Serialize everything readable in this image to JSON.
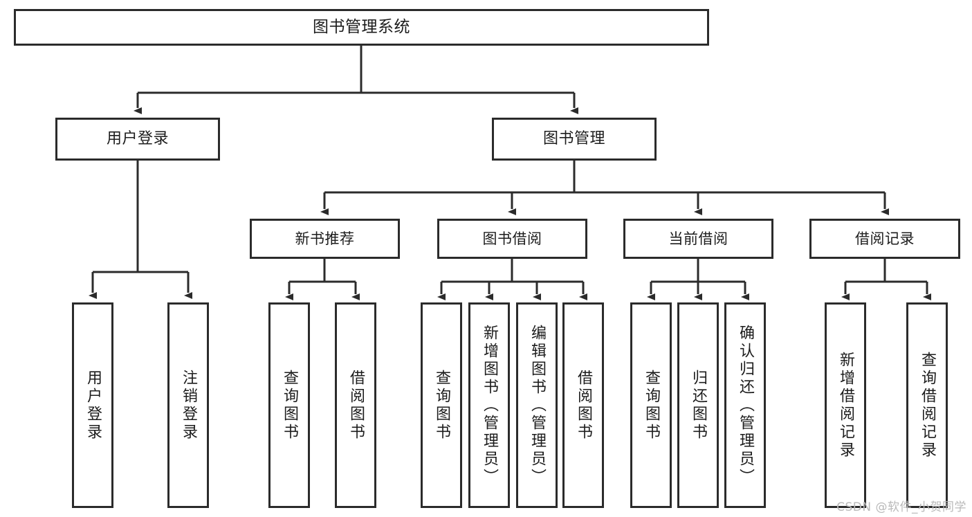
{
  "diagram": {
    "type": "hierarchy-tree",
    "title": "图书管理系统",
    "watermark": "CSDN @软件_小贺同学",
    "colors": {
      "stroke": "#2b2b2b",
      "fill": "#ffffff",
      "text": "#1c1c1c",
      "watermark": "#b9b9b9"
    },
    "nodes": {
      "root": {
        "label": "图书管理系统"
      },
      "level2": [
        {
          "id": "user-login",
          "label": "用户登录"
        },
        {
          "id": "book-manage",
          "label": "图书管理"
        }
      ],
      "level3": [
        {
          "id": "new-book-recommend",
          "label": "新书推荐"
        },
        {
          "id": "book-borrow",
          "label": "图书借阅"
        },
        {
          "id": "current-borrow",
          "label": "当前借阅"
        },
        {
          "id": "borrow-record",
          "label": "借阅记录"
        }
      ],
      "leaves": {
        "user-login": [
          {
            "id": "leaf-user-login",
            "label": "用户登录"
          },
          {
            "id": "leaf-user-logout",
            "label": "注销登录"
          }
        ],
        "new-book-recommend": [
          {
            "id": "leaf-query-book-1",
            "label": "查询图书"
          },
          {
            "id": "leaf-borrow-book-1",
            "label": "借阅图书"
          }
        ],
        "book-borrow": [
          {
            "id": "leaf-query-book-2",
            "label": "查询图书"
          },
          {
            "id": "leaf-add-book",
            "label": "新增图书（管理员）"
          },
          {
            "id": "leaf-edit-book",
            "label": "编辑图书（管理员）"
          },
          {
            "id": "leaf-borrow-book-2",
            "label": "借阅图书"
          }
        ],
        "current-borrow": [
          {
            "id": "leaf-query-book-3",
            "label": "查询图书"
          },
          {
            "id": "leaf-return-book",
            "label": "归还图书"
          },
          {
            "id": "leaf-confirm-return",
            "label": "确认归还（管理员）"
          }
        ],
        "borrow-record": [
          {
            "id": "leaf-add-record",
            "label": "新增借阅记录"
          },
          {
            "id": "leaf-query-record",
            "label": "查询借阅记录"
          }
        ]
      }
    }
  }
}
